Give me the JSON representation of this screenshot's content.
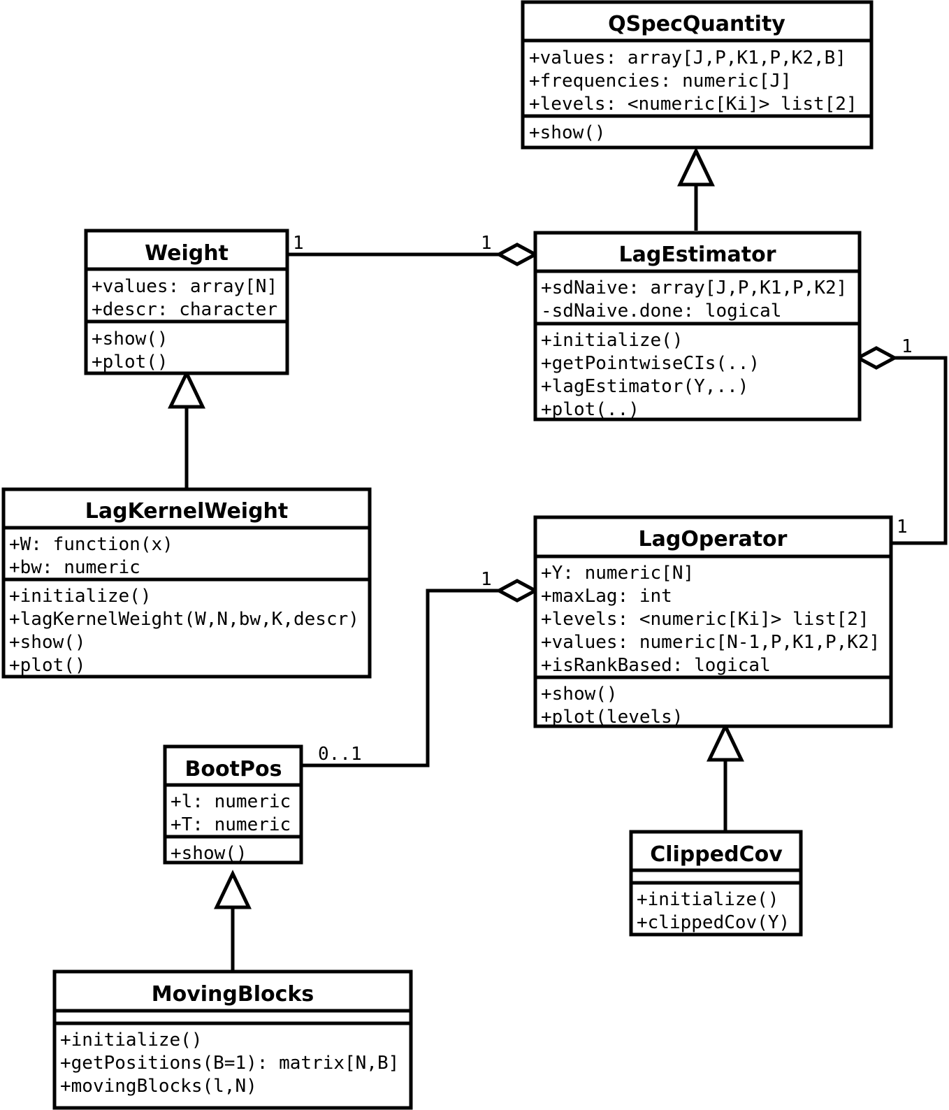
{
  "diagram": {
    "kind": "uml-class-diagram",
    "title": "",
    "stroke_color": "#000000",
    "fill_color": "#ffffff"
  },
  "classes": {
    "qspecquantity": {
      "name": "QSpecQuantity",
      "attributes": [
        "+values: array[J,P,K1,P,K2,B]",
        "+frequencies: numeric[J]",
        "+levels: <numeric[Ki]> list[2]"
      ],
      "methods": [
        "+show()"
      ]
    },
    "weight": {
      "name": "Weight",
      "attributes": [
        "+values: array[N]",
        "+descr: character"
      ],
      "methods": [
        "+show()",
        "+plot()"
      ]
    },
    "lagestimator": {
      "name": "LagEstimator",
      "attributes": [
        "+sdNaive: array[J,P,K1,P,K2]",
        "-sdNaive.done: logical"
      ],
      "methods": [
        "+initialize()",
        "+getPointwiseCIs(..)",
        "+lagEstimator(Y,..)",
        "+plot(..)"
      ]
    },
    "lagkernelweight": {
      "name": "LagKernelWeight",
      "attributes": [
        "+W: function(x)",
        "+bw: numeric"
      ],
      "methods": [
        "+initialize()",
        "+lagKernelWeight(W,N,bw,K,descr)",
        "+show()",
        "+plot()"
      ]
    },
    "lagoperator": {
      "name": "LagOperator",
      "attributes": [
        "+Y: numeric[N]",
        "+maxLag: int",
        "+levels: <numeric[Ki]> list[2]",
        "+values: numeric[N-1,P,K1,P,K2]",
        "+isRankBased: logical"
      ],
      "methods": [
        "+show()",
        "+plot(levels)"
      ]
    },
    "bootpos": {
      "name": "BootPos",
      "attributes": [
        "+l: numeric",
        "+T: numeric"
      ],
      "methods": [
        "+show()"
      ]
    },
    "clippedcov": {
      "name": "ClippedCov",
      "attributes": [],
      "methods": [
        "+initialize()",
        "+clippedCov(Y)"
      ]
    },
    "movingblocks": {
      "name": "MovingBlocks",
      "attributes": [],
      "methods": [
        "+initialize()",
        "+getPositions(B=1): matrix[N,B]",
        "+movingBlocks(l,N)"
      ]
    }
  },
  "relationships": {
    "inheritance": [
      {
        "from": "LagEstimator",
        "to": "QSpecQuantity"
      },
      {
        "from": "LagKernelWeight",
        "to": "Weight"
      },
      {
        "from": "ClippedCov",
        "to": "LagOperator"
      },
      {
        "from": "MovingBlocks",
        "to": "BootPos"
      }
    ],
    "aggregation": [
      {
        "whole": "LagEstimator",
        "part": "Weight",
        "whole_multiplicity": "1",
        "part_multiplicity": "1"
      },
      {
        "whole": "LagEstimator",
        "part": "LagOperator",
        "whole_multiplicity": "1",
        "part_multiplicity": "1"
      },
      {
        "whole": "LagOperator",
        "part": "BootPos",
        "whole_multiplicity": "1",
        "part_multiplicity": "0..1"
      }
    ]
  },
  "multiplicity_labels": {
    "weight_end": "1",
    "lagestimator_weight_end": "1",
    "lagestimator_lagoperator_end": "1",
    "lagoperator_lagestimator_end": "1",
    "lagoperator_bootpos_end": "1",
    "bootpos_end": "0..1"
  }
}
